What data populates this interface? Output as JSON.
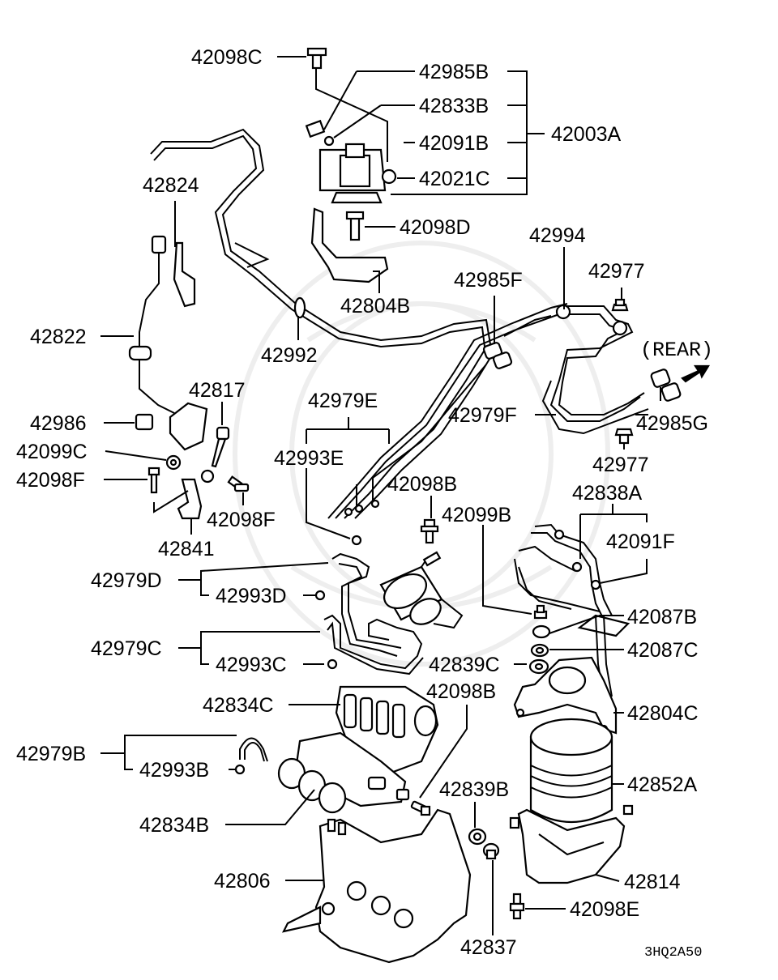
{
  "diagram": {
    "code": "3HQ2A50",
    "direction_label": "(REAR)",
    "labels": {
      "l42098C": "42098C",
      "l42985B": "42985B",
      "l42833B": "42833B",
      "l42091B": "42091B",
      "l42003A": "42003A",
      "l42021C": "42021C",
      "l42098D": "42098D",
      "l42804B": "42804B",
      "l42824": "42824",
      "l42822": "42822",
      "l42992": "42992",
      "l42994": "42994",
      "l42977a": "42977",
      "l42985F": "42985F",
      "l42979F": "42979F",
      "l42985G": "42985G",
      "l42977b": "42977",
      "l42817": "42817",
      "l42986": "42986",
      "l42099C": "42099C",
      "l42098Fa": "42098F",
      "l42098Fb": "42098F",
      "l42841": "42841",
      "l42979E": "42979E",
      "l42993E": "42993E",
      "l42098Ba": "42098B",
      "l42099B": "42099B",
      "l42838A": "42838A",
      "l42091F": "42091F",
      "l42979D": "42979D",
      "l42993D": "42993D",
      "l42979C": "42979C",
      "l42993C": "42993C",
      "l42087B": "42087B",
      "l42087C": "42087C",
      "l42839C": "42839C",
      "l42098Bb": "42098B",
      "l42834C": "42834C",
      "l42804C": "42804C",
      "l42979B": "42979B",
      "l42993B": "42993B",
      "l42852A": "42852A",
      "l42839B": "42839B",
      "l42834B": "42834B",
      "l42814": "42814",
      "l42806": "42806",
      "l42098E": "42098E",
      "l42837": "42837"
    }
  }
}
